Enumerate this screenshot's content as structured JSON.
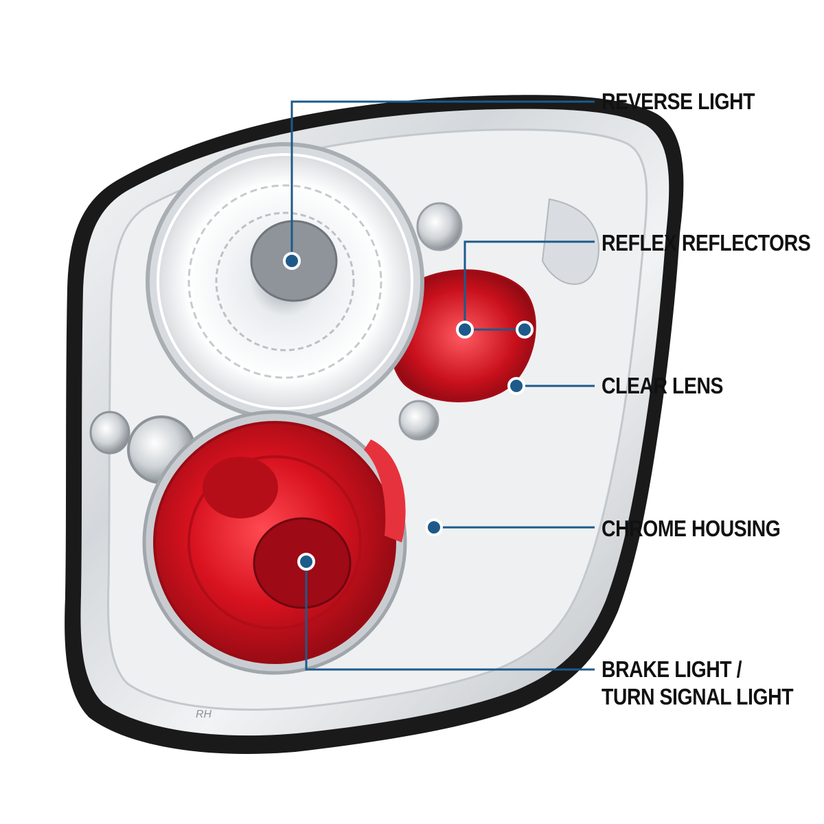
{
  "colors": {
    "leader_line": "#1d5a8a",
    "marker_dot": "#1d5a8a",
    "marker_ring": "#ffffff",
    "label_text": "#111111",
    "lens_red": "#d8121f",
    "chrome": "#e6e8ea"
  },
  "callouts": {
    "reverse_light": "REVERSE LIGHT",
    "reflex_reflectors": "REFLEX REFLECTORS",
    "clear_lens": "CLEAR LENS",
    "chrome_housing": "CHROME HOUSING",
    "brake_light_line1": "BRAKE LIGHT /",
    "brake_light_line2": "TURN SIGNAL LIGHT"
  },
  "housing_marking": "RH"
}
